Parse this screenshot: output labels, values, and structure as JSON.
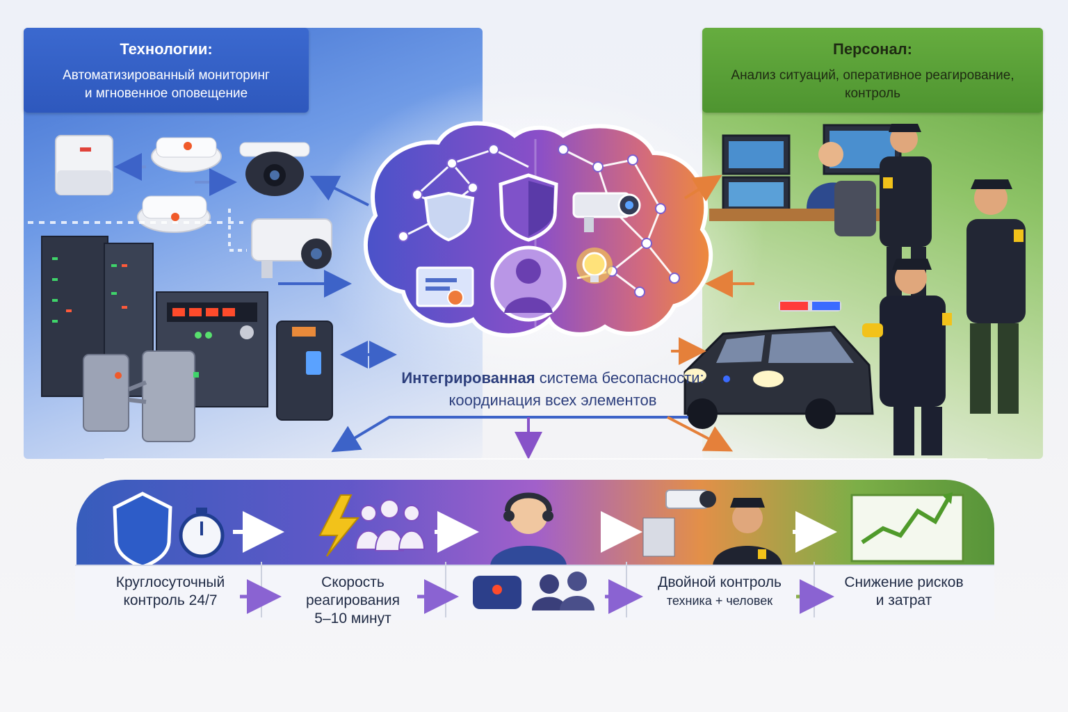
{
  "technology": {
    "title": "Технологии:",
    "subtitle_line1": "Автоматизированный мониторинг",
    "subtitle_line2": "и мгновенное оповещение"
  },
  "personnel": {
    "title": "Персонал:",
    "subtitle_line1": "Анализ ситуаций, оперативное реагирование,",
    "subtitle_line2": "контроль"
  },
  "center": {
    "line1_bold": "Интегрированная",
    "line1_rest": " система бесопасности:",
    "line2": "координация всех элементов"
  },
  "steps": [
    {
      "line1": "Круглосуточный",
      "line2": "контроль 24/7",
      "line3": ""
    },
    {
      "line1": "Скорость",
      "line2": "реагирования",
      "line3": "5–10 минут"
    },
    {
      "line1": "",
      "line2": "",
      "line3": ""
    },
    {
      "line1": "Двойной контроль",
      "line2": "техника + человек",
      "line3": ""
    },
    {
      "line1": "Снижение рисков",
      "line2": "и затрат",
      "line3": ""
    }
  ],
  "colors": {
    "tech_blue": "#2e58bd",
    "staff_green": "#4e9430",
    "brain_purple": "#7a4fc9",
    "accent_orange": "#e5803a",
    "alert_yellow": "#f2c21a"
  },
  "icons": [
    "motion-sensor-icon",
    "smoke-detector-icon",
    "dome-camera-icon",
    "bullet-camera-icon",
    "server-rack-icon",
    "turnstile-icon",
    "access-terminal-icon",
    "brain-network-icon",
    "shield-icon",
    "person-icon",
    "lightbulb-icon",
    "monitor-wall-icon",
    "guard-icon",
    "patrol-car-icon",
    "stopwatch-icon",
    "lightning-icon",
    "team-icon",
    "headset-operator-icon",
    "growth-chart-icon"
  ]
}
